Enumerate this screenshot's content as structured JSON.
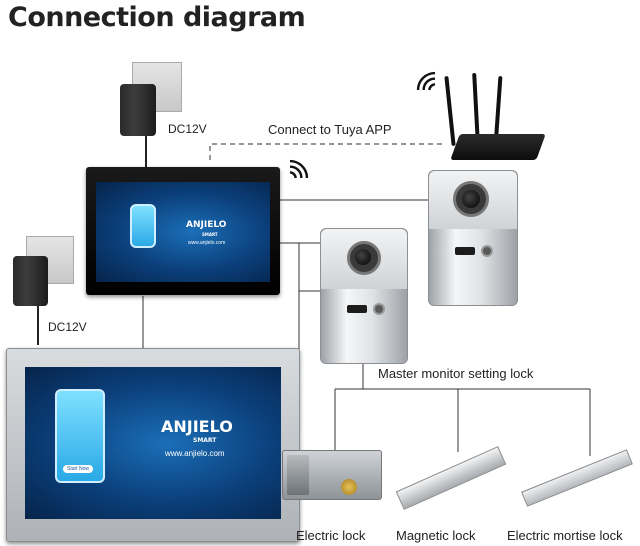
{
  "title": "Connection diagram",
  "labels": {
    "dc_top": "DC12V",
    "dc_bottom": "DC12V",
    "tuya": "Connect to Tuya APP",
    "master": "Master monitor setting lock"
  },
  "monitor_small": {
    "logo": "ANJIELO",
    "logo_sub": "SMART",
    "url": "www.anjielo.com"
  },
  "monitor_large": {
    "logo": "ANJIELO",
    "logo_sub": "SMART",
    "url": "www.anjielo.com",
    "start_button": "Start Now"
  },
  "locks": [
    {
      "caption": "Electric lock"
    },
    {
      "caption": "Magnetic lock"
    },
    {
      "caption": "Electric mortise lock"
    }
  ],
  "colors": {
    "line": "#333333",
    "dashed_line": "#555555",
    "screen_blue": "#0b3f7a"
  },
  "icons": [
    "wifi-icon",
    "plug-adapter-icon",
    "router-icon",
    "camera-icon",
    "rfid-icon"
  ]
}
